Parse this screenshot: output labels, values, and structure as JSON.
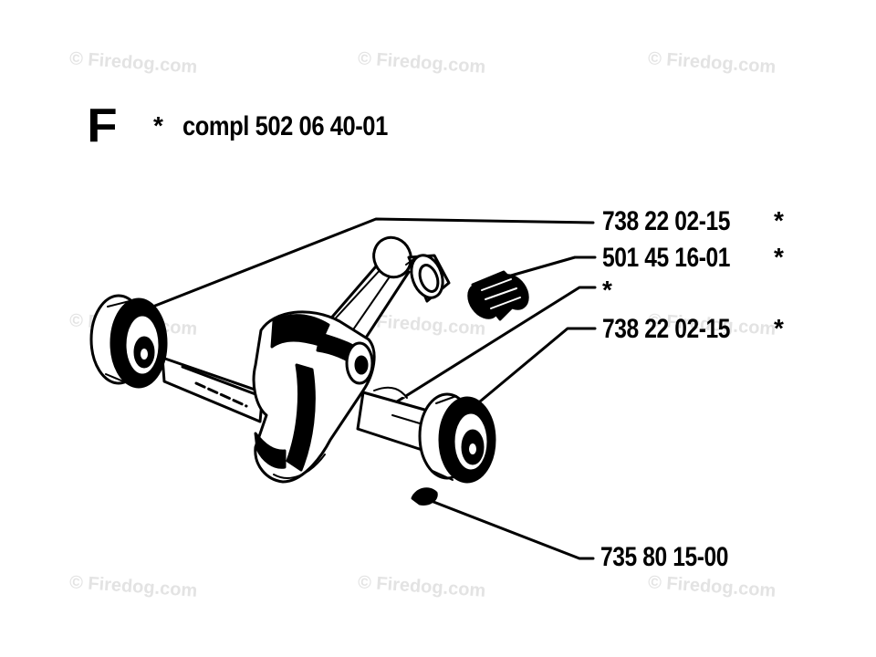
{
  "watermark": "© Firedog.com",
  "section": {
    "letter": "F",
    "asterisk": "*",
    "assembly": "compl 502 06 40-01"
  },
  "parts": [
    {
      "number": "738 22 02-15",
      "mark": "*",
      "icon": "bearing-icon"
    },
    {
      "number": "501 45 16-01",
      "mark": "*",
      "icon": "needle-bearing-icon"
    },
    {
      "number": "",
      "mark": "*",
      "icon": "connecting-rod-icon"
    },
    {
      "number": "738 22 02-15",
      "mark": "*",
      "icon": "bearing-icon"
    },
    {
      "number": "735 80 15-00",
      "mark": "",
      "icon": "key-icon"
    }
  ],
  "drawing": {
    "subject": "crankshaft-icon",
    "line_color": "#000000",
    "background": "#ffffff"
  }
}
